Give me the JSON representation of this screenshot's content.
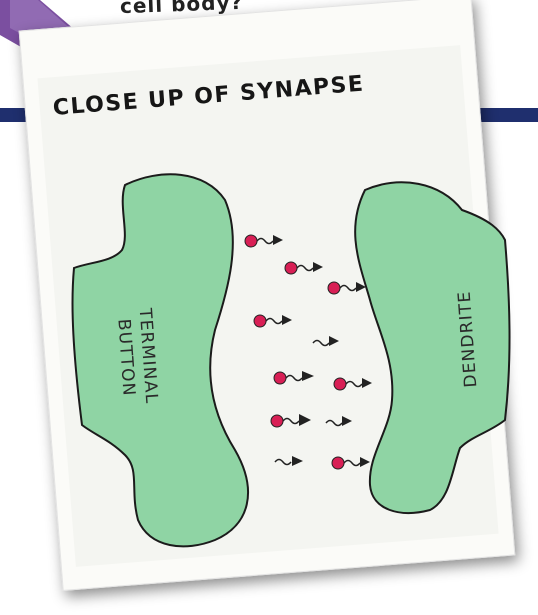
{
  "header": {
    "caption": "cell body?"
  },
  "diagram": {
    "title": "CLOSE UP OF SYNAPSE",
    "terminal_label_line1": "TERMINAL",
    "terminal_label_line2": "BUTTON",
    "dendrite_label": "DENDRITE"
  },
  "colors": {
    "neuron_fill": "#8fd4a4",
    "neuron_outline": "#1b1b1b",
    "neurotransmitter": "#d81f55",
    "slide_bar": "#1f2f6e",
    "corner_accent": "#7b4fa0"
  }
}
